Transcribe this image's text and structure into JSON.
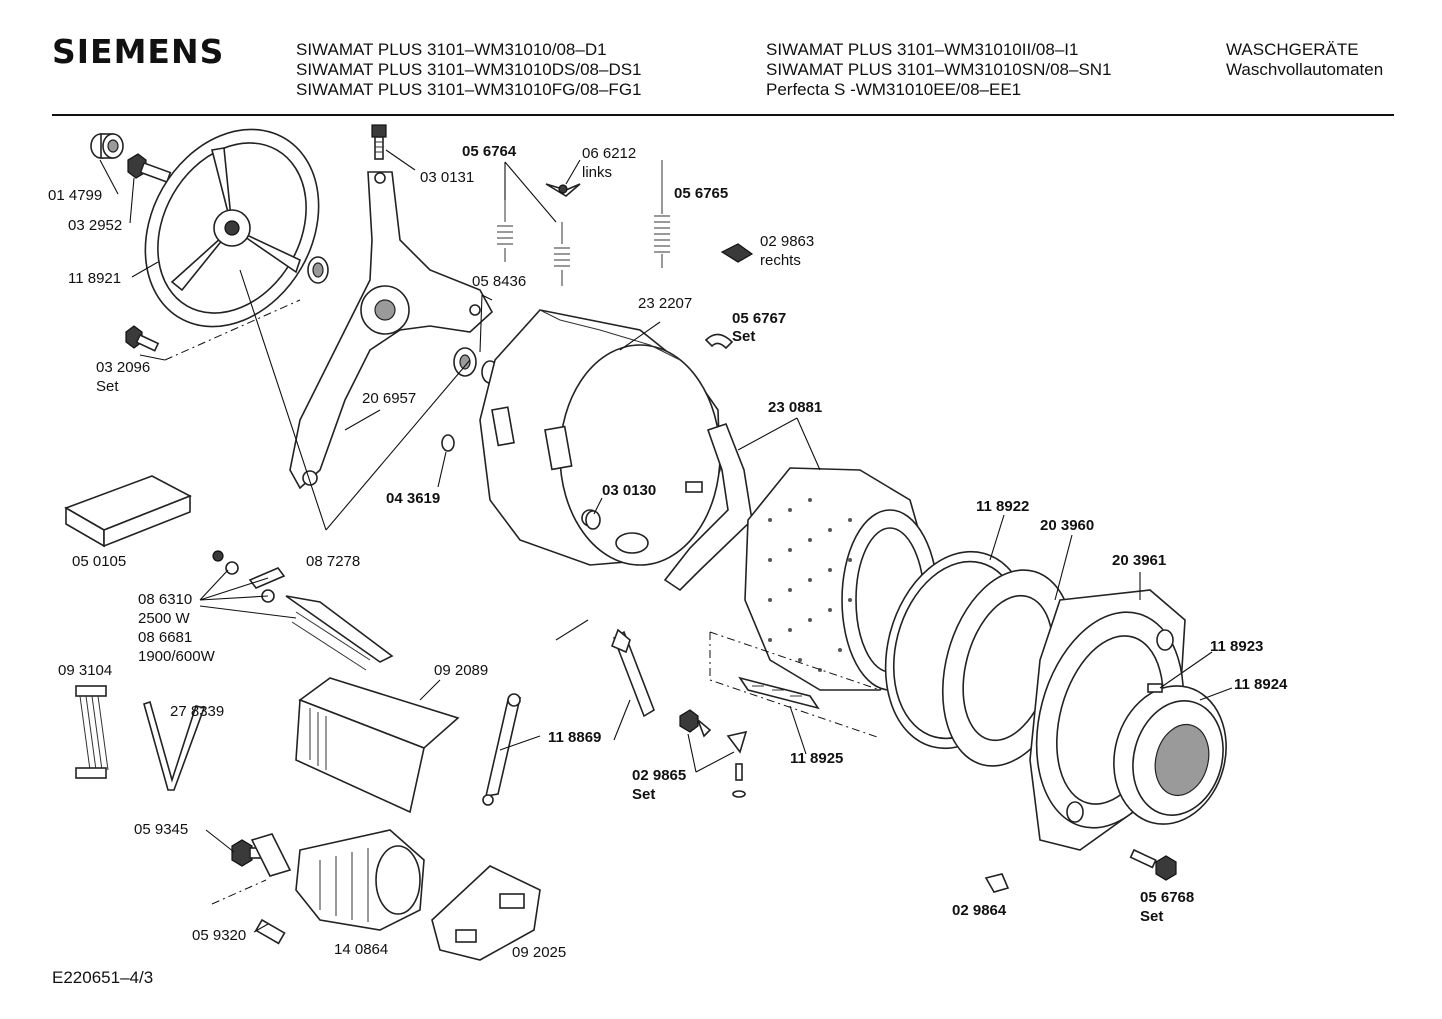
{
  "header": {
    "brand": "SIEMENS",
    "models_col1": [
      "SIWAMAT PLUS 3101–WM31010/08–D1",
      "SIWAMAT PLUS 3101–WM31010DS/08–DS1",
      "SIWAMAT PLUS 3101–WM31010FG/08–FG1"
    ],
    "models_col2": [
      "SIWAMAT PLUS 3101–WM31010II/08–I1",
      "SIWAMAT PLUS 3101–WM31010SN/08–SN1",
      "Perfecta S -WM31010EE/08–EE1"
    ],
    "category": [
      "WASCHGERÄTE",
      "Waschvollautomaten"
    ]
  },
  "footer": {
    "doc_id": "E220651–4/3"
  },
  "labels": {
    "p014799": "01 4799",
    "p032952": "03 2952",
    "p118921": "11 8921",
    "p032096": "03 2096",
    "p032096_note": "Set",
    "p030131": "03 0131",
    "p056764": "05 6764",
    "p066212": "06 6212",
    "p066212_note": "links",
    "p056765": "05 6765",
    "p029863": "02 9863",
    "p029863_note": "rechts",
    "p058436": "05 8436",
    "p232207": "23 2207",
    "p056767": "05 6767",
    "p056767_note": "Set",
    "p206957": "20 6957",
    "p230881": "23 0881",
    "p043619": "04 3619",
    "p030130": "03 0130",
    "p050105": "05 0105",
    "p087278": "08 7278",
    "p118922": "11 8922",
    "p203960": "20 3960",
    "p203961": "20 3961",
    "p086310": "08 6310",
    "p086310_note": "2500 W",
    "p086681": "08 6681",
    "p086681_note": "1900/600W",
    "p093104": "09 3104",
    "p092089": "09 2089",
    "p278339": "27 8339",
    "p118869": "11 8869",
    "p118923": "11 8923",
    "p118924": "11 8924",
    "p118925": "11 8925",
    "p029865": "02 9865",
    "p029865_note": "Set",
    "p059345": "05 9345",
    "p059320": "05 9320",
    "p140864": "14 0864",
    "p092025": "09 2025",
    "p029864": "02 9864",
    "p056768": "05 6768",
    "p056768_note": "Set"
  }
}
